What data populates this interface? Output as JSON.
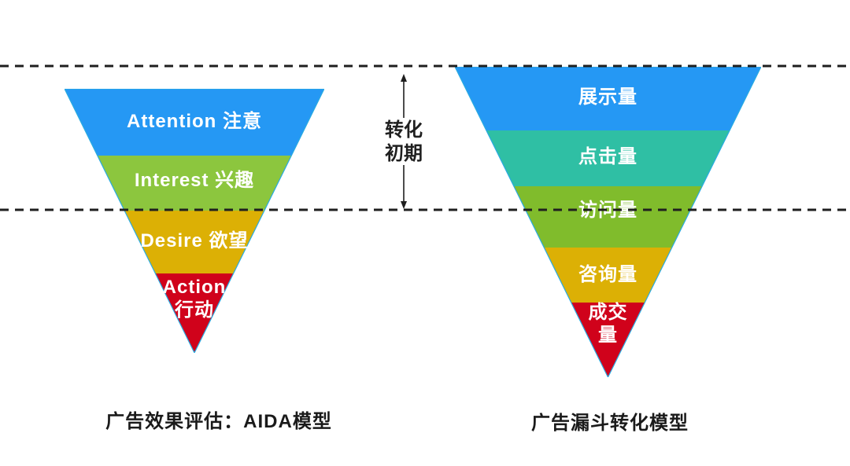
{
  "guides": {
    "color": "#1f1f1f"
  },
  "left_funnel": {
    "caption": "广告效果评估：AIDA模型",
    "outline_color": "#29ABE2",
    "layers": [
      {
        "label": "Attention 注意",
        "color": "#2598F4"
      },
      {
        "label": "Interest 兴趣",
        "color": "#8CC63E"
      },
      {
        "label": "Desire 欲望",
        "color": "#DCB005"
      },
      {
        "label": "Action",
        "label_line2": "行动",
        "color": "#D0021B"
      }
    ]
  },
  "right_funnel": {
    "caption": "广告漏斗转化模型",
    "outline_color": "#29ABE2",
    "layers": [
      {
        "label": "展示量",
        "color": "#2598F4"
      },
      {
        "label": "点击量",
        "color": "#2FBFA4"
      },
      {
        "label": "访问量",
        "color": "#80BC2C"
      },
      {
        "label": "咨询量",
        "color": "#DCB005"
      },
      {
        "label": "成交",
        "label_line2": "量",
        "color": "#D0021B"
      }
    ]
  },
  "annotation": {
    "line1": "转化",
    "line2": "初期"
  }
}
